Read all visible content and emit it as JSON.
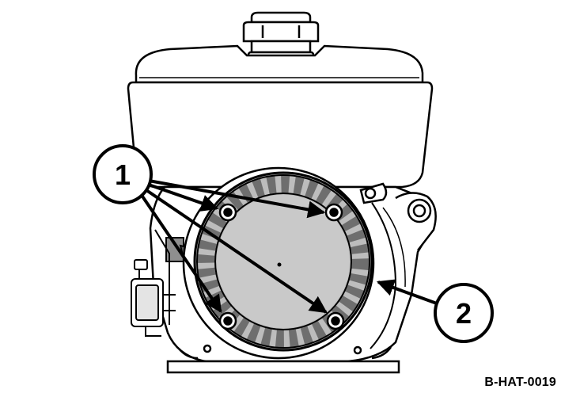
{
  "figure": {
    "callouts": [
      {
        "number": "1"
      },
      {
        "number": "2"
      }
    ],
    "reference_code": "B-HAT-0019",
    "colors": {
      "line": "#000000",
      "cover_fill": "#bdbdbd",
      "body_fill": "#ffffff",
      "shade_fill": "#8f8f8f"
    }
  }
}
